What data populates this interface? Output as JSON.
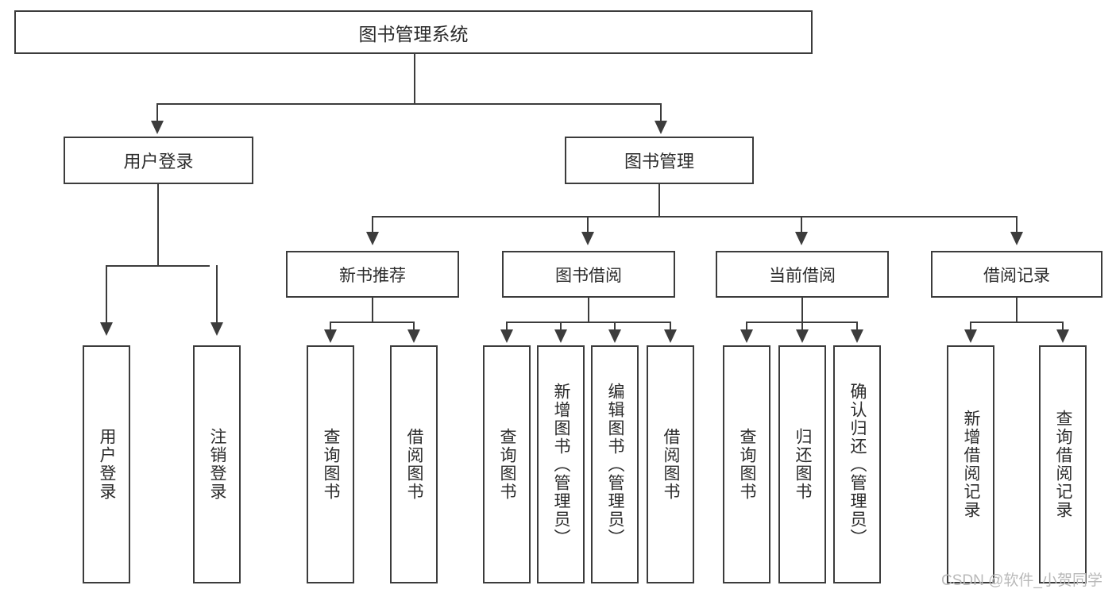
{
  "diagram": {
    "type": "tree-hierarchy",
    "title": "图书管理系统",
    "root": {
      "label": "图书管理系统"
    },
    "level2": [
      {
        "id": "user-login",
        "label": "用户登录"
      },
      {
        "id": "book-management",
        "label": "图书管理"
      }
    ],
    "level3": [
      {
        "id": "new-book-recommend",
        "label": "新书推荐",
        "parent": "book-management"
      },
      {
        "id": "book-borrow",
        "label": "图书借阅",
        "parent": "book-management"
      },
      {
        "id": "current-borrow",
        "label": "当前借阅",
        "parent": "book-management"
      },
      {
        "id": "borrow-record",
        "label": "借阅记录",
        "parent": "book-management"
      }
    ],
    "leaves": {
      "user_login": [
        {
          "id": "leaf-user-login",
          "label": "用户登录"
        },
        {
          "id": "leaf-user-logout",
          "label": "注销登录"
        }
      ],
      "new_book_recommend": [
        {
          "id": "leaf-query-book-1",
          "label": "查询图书"
        },
        {
          "id": "leaf-borrow-book-1",
          "label": "借阅图书"
        }
      ],
      "book_borrow": [
        {
          "id": "leaf-query-book-2",
          "label": "查询图书"
        },
        {
          "id": "leaf-add-book-admin",
          "label": "新增图书（管理员）"
        },
        {
          "id": "leaf-edit-book-admin",
          "label": "编辑图书（管理员）"
        },
        {
          "id": "leaf-borrow-book-2",
          "label": "借阅图书"
        }
      ],
      "current_borrow": [
        {
          "id": "leaf-query-book-3",
          "label": "查询图书"
        },
        {
          "id": "leaf-return-book",
          "label": "归还图书"
        },
        {
          "id": "leaf-confirm-return-admin",
          "label": "确认归还（管理员）"
        }
      ],
      "borrow_record": [
        {
          "id": "leaf-add-borrow-record",
          "label": "新增借阅记录"
        },
        {
          "id": "leaf-query-borrow-record",
          "label": "查询借阅记录"
        }
      ]
    },
    "watermark": "CSDN @软件_小贺同学",
    "colors": {
      "stroke": "#3c3c3c",
      "background": "#ffffff",
      "text": "#2b2b2b",
      "watermark": "#b9b9b9"
    }
  }
}
